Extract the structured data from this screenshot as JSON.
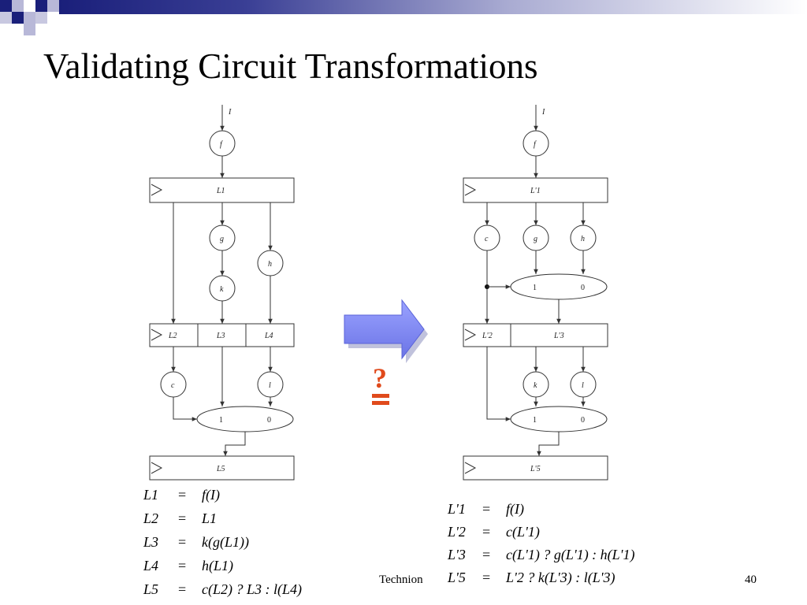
{
  "slide": {
    "title": "Validating Circuit Transformations",
    "footer_center": "Technion",
    "page_number": "40",
    "band_color": "#1a1f7a"
  },
  "left_circuit": {
    "input": "I",
    "nodes": {
      "f": "f",
      "g": "g",
      "h": "h",
      "k": "k",
      "c": "c",
      "l": "l"
    },
    "latches": {
      "L1": "L1",
      "L2": "L2",
      "L3": "L3",
      "L4": "L4",
      "L5": "L5"
    },
    "mux": {
      "in1": "1",
      "in0": "0"
    }
  },
  "right_circuit": {
    "input": "I",
    "nodes": {
      "f": "f",
      "c": "c",
      "g": "g",
      "h": "h",
      "k": "k",
      "l": "l"
    },
    "latches": {
      "L1p": "L'1",
      "L2p": "L'2",
      "L3p": "L'3",
      "L5p": "L'5"
    },
    "mux_top": {
      "in1": "1",
      "in0": "0"
    },
    "mux_bottom": {
      "in1": "1",
      "in0": "0"
    }
  },
  "arrow": {
    "color": "#7b85f0"
  },
  "comparison": {
    "question": "?",
    "equals": "="
  },
  "left_equations": [
    {
      "lhs": "L1",
      "op": "=",
      "rhs": "f(I)"
    },
    {
      "lhs": "L2",
      "op": "=",
      "rhs": "L1"
    },
    {
      "lhs": "L3",
      "op": "=",
      "rhs": "k(g(L1))"
    },
    {
      "lhs": "L4",
      "op": "=",
      "rhs": "h(L1)"
    },
    {
      "lhs": "L5",
      "op": "=",
      "rhs": "c(L2) ? L3 : l(L4)"
    }
  ],
  "right_equations": [
    {
      "lhs": "L'1",
      "op": "=",
      "rhs": "f(I)"
    },
    {
      "lhs": "L'2",
      "op": "=",
      "rhs": "c(L'1)"
    },
    {
      "lhs": "L'3",
      "op": "=",
      "rhs": "c(L'1) ? g(L'1) : h(L'1)"
    },
    {
      "lhs": "L'5",
      "op": "=",
      "rhs": "L'2 ? k(L'3) : l(L'3)"
    }
  ]
}
